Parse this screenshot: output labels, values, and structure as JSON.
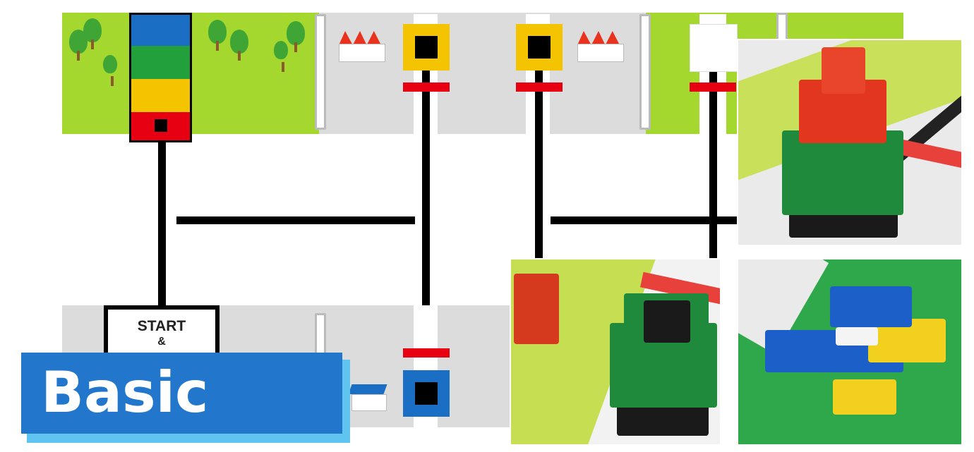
{
  "board": {
    "start_label": "START",
    "start_sublabel": "&",
    "colors": {
      "green": "#a5d82e",
      "gray": "#dcdcdc",
      "blue": "#1a6fc4",
      "yellow": "#f5c400",
      "red": "#e60012",
      "black": "#000000"
    }
  },
  "banner": {
    "label": "Basic",
    "color": "#2277cc"
  },
  "photos": [
    {
      "name": "red-green-black-tower"
    },
    {
      "name": "green-black-block-with-red-piece"
    },
    {
      "name": "blue-yellow-plane"
    }
  ]
}
